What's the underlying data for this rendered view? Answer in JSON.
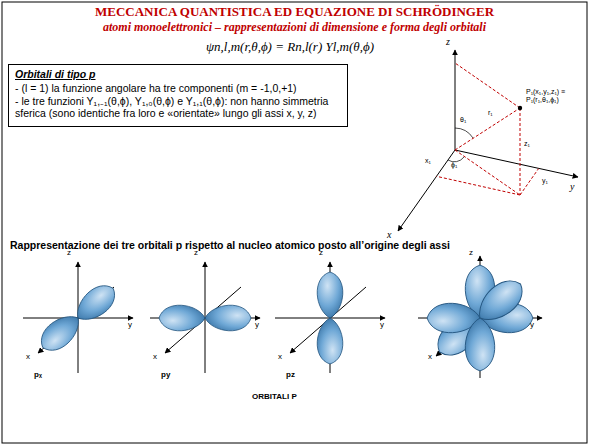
{
  "diagram": {
    "title": "MECCANICA QUANTISTICA ED EQUAZIONE DI SCHRÖDINGER",
    "nodes": [
      {
        "text": [
          "Orbitali di tipo p",
          "- (l = 1) la funzione angolare ha tre componenti (m = -1,0,+1)",
          "- le tre funzioni Y₁,₋₁(θ,ϕ), Y₁,₀(θ,ϕ) e Y₁,₁(θ,ϕ): non hanno simmetria sferica (sono identiche fra loro e «orientate» lungo gli assi x, y, z)"
        ]
      }
    ],
    "labels": [
      "atomi monoelettronici – rappresentazioni di dimensione e forma degli orbitali",
      "ψn,l,m(r,θ,ϕ) = Rn,l(r) Yl,m(θ,ϕ)",
      "z",
      "y",
      "x",
      "P₁(x₁,y₁,z₁) ≡ P₁(r₁,θ₁,ϕ₁)",
      "θ₁",
      "r₁",
      "z₁",
      "ϕ₁",
      "x₁",
      "y₁",
      "Rappresentazione dei tre orbitali p rispetto al nucleo atomico posto all’origine degli assi",
      "z",
      "y",
      "x",
      "pₓ",
      "z",
      "y",
      "x",
      "py",
      "z",
      "y",
      "x",
      "pz",
      "z",
      "y",
      "x",
      "ORBITALI P"
    ]
  }
}
